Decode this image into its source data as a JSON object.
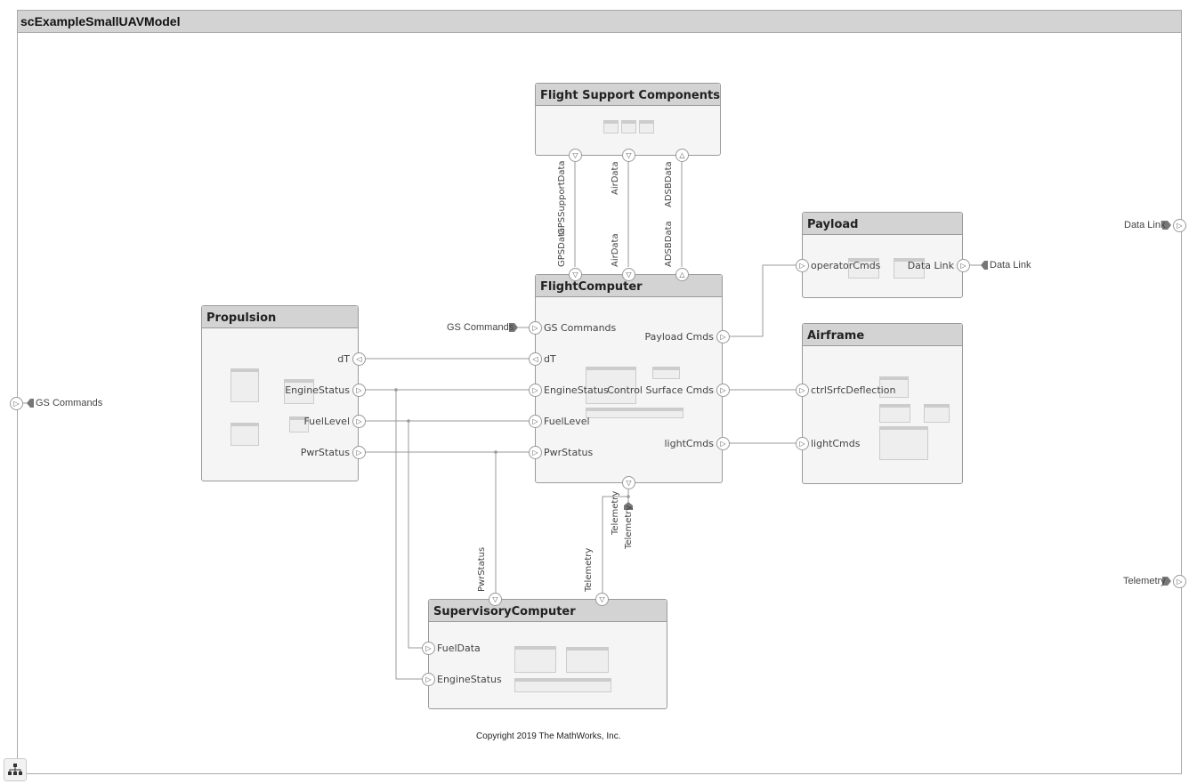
{
  "model_title": "scExampleSmallUAVModel",
  "copyright": "Copyright 2019 The MathWorks, Inc.",
  "components": {
    "flight_support": {
      "title": "Flight Support Components"
    },
    "payload": {
      "title": "Payload",
      "ports": {
        "in": "operatorCmds",
        "out": "Data Link"
      }
    },
    "flight_computer": {
      "title": "FlightComputer",
      "ports": {
        "gs": "GS Commands",
        "dt": "dT",
        "engine": "EngineStatus",
        "fuel": "FuelLevel",
        "pwr": "PwrStatus",
        "payload_cmds": "Payload Cmds",
        "ctrl": "Control Surface Cmds",
        "light": "lightCmds"
      }
    },
    "propulsion": {
      "title": "Propulsion",
      "ports": {
        "dt": "dT",
        "engine": "EngineStatus",
        "fuel": "FuelLevel",
        "pwr": "PwrStatus"
      }
    },
    "airframe": {
      "title": "Airframe",
      "ports": {
        "ctrl": "ctrlSrfcDeflection",
        "light": "lightCmds"
      }
    },
    "supervisory": {
      "title": "SupervisoryComputer",
      "ports": {
        "fuel": "FuelData",
        "engine": "EngineStatus"
      }
    }
  },
  "connections": {
    "gps_top": "GPSSupportData",
    "gps_bottom": "GPSData",
    "air_top": "AirData",
    "air_bottom": "AirData",
    "adsb_top": "ADSBData",
    "adsb_bottom": "ADSBData",
    "telemetry_fc": "Telemetry",
    "telemetry_goto": "Telemetry",
    "telemetry_sup": "Telemetry",
    "pwr_sup": "PwrStatus"
  },
  "external_ports": {
    "gs_commands": "GS Commands",
    "gs_commands_fc": "GS Commands",
    "data_link": "Data Link",
    "data_link_payload": "Data Link",
    "telemetry": "Telemetry"
  },
  "colors": {
    "wire": "#999999",
    "header": "#d3d3d3",
    "body": "#f5f5f5"
  },
  "icons": {
    "hierarchy": "hierarchy-icon"
  }
}
